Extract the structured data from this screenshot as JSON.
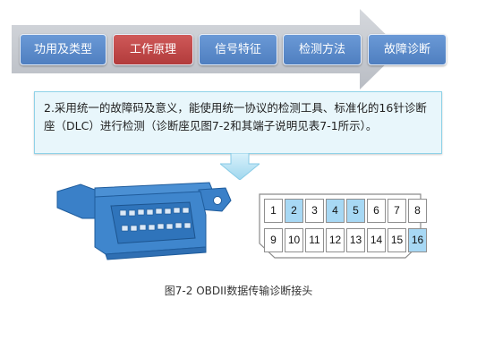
{
  "nav": {
    "items": [
      {
        "label": "功用及类型",
        "active": false
      },
      {
        "label": "工作原理",
        "active": true
      },
      {
        "label": "信号特征",
        "active": false
      },
      {
        "label": "检测方法",
        "active": false
      },
      {
        "label": "故障诊断",
        "active": false
      }
    ]
  },
  "callout": {
    "text": "2.采用统一的故障码及意义，能使用统一协议的检测工具、标准化的16针诊断座（DLC）进行检测（诊断座见图7-2和其端子说明见表7-1所示）。"
  },
  "pins": [
    {
      "number": "1",
      "highlight": false
    },
    {
      "number": "2",
      "highlight": true
    },
    {
      "number": "3",
      "highlight": false
    },
    {
      "number": "4",
      "highlight": true
    },
    {
      "number": "5",
      "highlight": true
    },
    {
      "number": "6",
      "highlight": false
    },
    {
      "number": "7",
      "highlight": false
    },
    {
      "number": "8",
      "highlight": false
    },
    {
      "number": "9",
      "highlight": false
    },
    {
      "number": "10",
      "highlight": false
    },
    {
      "number": "11",
      "highlight": false
    },
    {
      "number": "12",
      "highlight": false
    },
    {
      "number": "13",
      "highlight": false
    },
    {
      "number": "14",
      "highlight": false
    },
    {
      "number": "15",
      "highlight": false
    },
    {
      "number": "16",
      "highlight": true
    }
  ],
  "caption": "图7-2 OBDII数据传输诊断接头",
  "colors": {
    "arrow": "#c8ccd2",
    "nav_button": "#5a89c9",
    "nav_active": "#c24848",
    "callout_bg": "#e8f6fb",
    "pin_highlight": "#a7d8f4",
    "connector": "#3a80c8"
  }
}
